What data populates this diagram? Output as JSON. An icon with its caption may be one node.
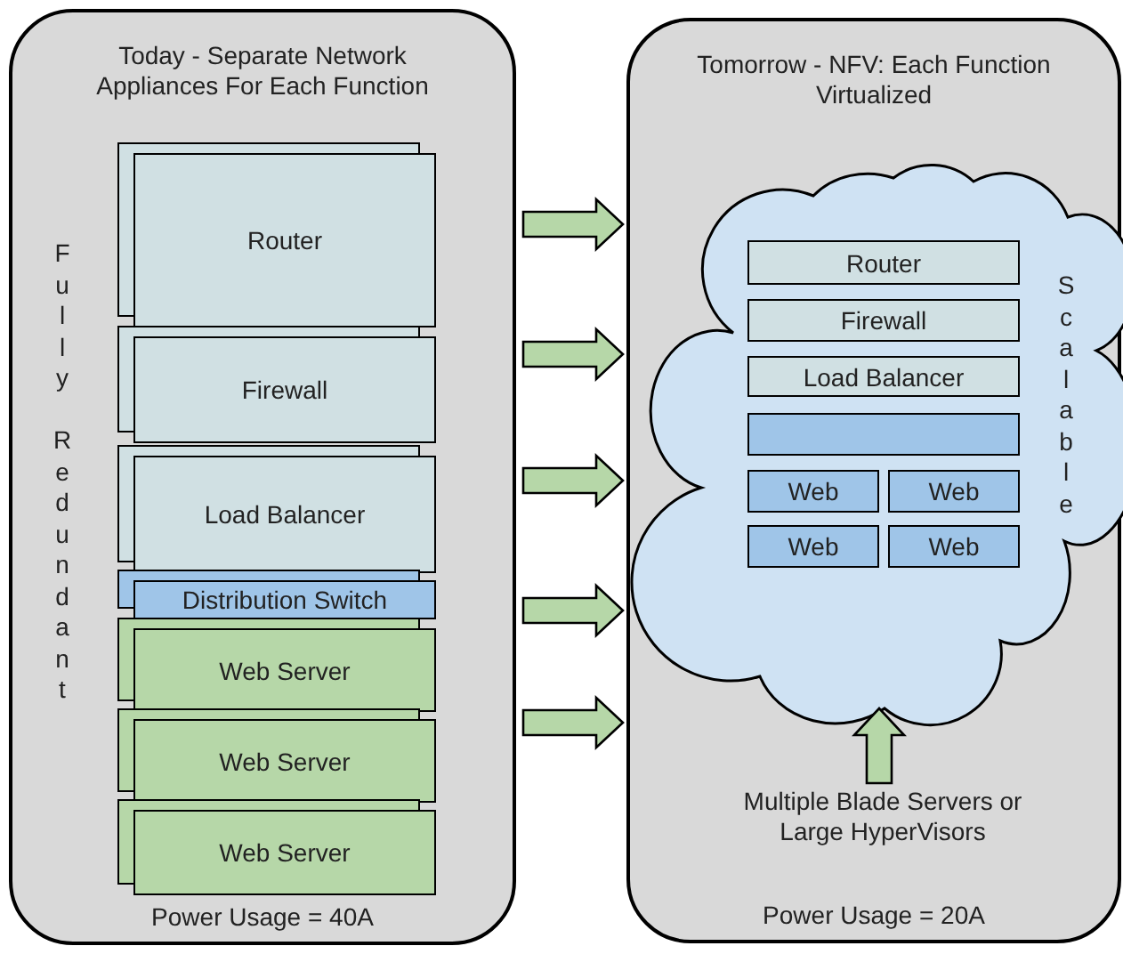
{
  "diagram": {
    "nodes": [
      {
        "text": [
          "Today - Separate Network Appliances For Each Function",
          "Power Usage = 40A"
        ]
      },
      {
        "text": [
          "Router"
        ],
        "in": 0
      },
      {
        "text": [
          "Firewall"
        ],
        "in": 0
      },
      {
        "text": [
          "Load Balancer"
        ],
        "in": 0
      },
      {
        "text": [
          "Distribution Switch"
        ],
        "in": 0
      },
      {
        "text": [
          "Web Server"
        ],
        "in": 0
      },
      {
        "text": [
          "Web Server"
        ],
        "in": 0
      },
      {
        "text": [
          "Web Server"
        ],
        "in": 0
      },
      {
        "text": [
          "Tomorrow - NFV: Each Function Virtualized",
          "Power Usage = 20A"
        ]
      },
      {
        "text": [
          "Scalable"
        ],
        "in": 8
      },
      {
        "text": [
          "Router"
        ],
        "in": 9
      },
      {
        "text": [
          "Firewall"
        ],
        "in": 9
      },
      {
        "text": [
          "Load Balancer"
        ],
        "in": 9
      },
      {
        "text": [],
        "shape": "box",
        "in": 9
      },
      {
        "text": [
          "Web"
        ],
        "in": 9
      },
      {
        "text": [
          "Web"
        ],
        "in": 9
      },
      {
        "text": [
          "Web"
        ],
        "in": 9
      },
      {
        "text": [
          "Web"
        ],
        "in": 9
      },
      {
        "text": [
          "Multiple Blade Servers or Large HyperVisors"
        ],
        "in": 8
      }
    ],
    "edges": [
      {
        "from": 0,
        "to": 8,
        "arrow": "to"
      },
      {
        "from": 0,
        "to": 8,
        "arrow": "to"
      },
      {
        "from": 0,
        "to": 8,
        "arrow": "to"
      },
      {
        "from": 0,
        "to": 8,
        "arrow": "to"
      },
      {
        "from": 0,
        "to": 8,
        "arrow": "to"
      },
      {
        "from": 18,
        "to": 9,
        "arrow": "to"
      }
    ],
    "labels": [
      "Fully Redundant"
    ]
  }
}
